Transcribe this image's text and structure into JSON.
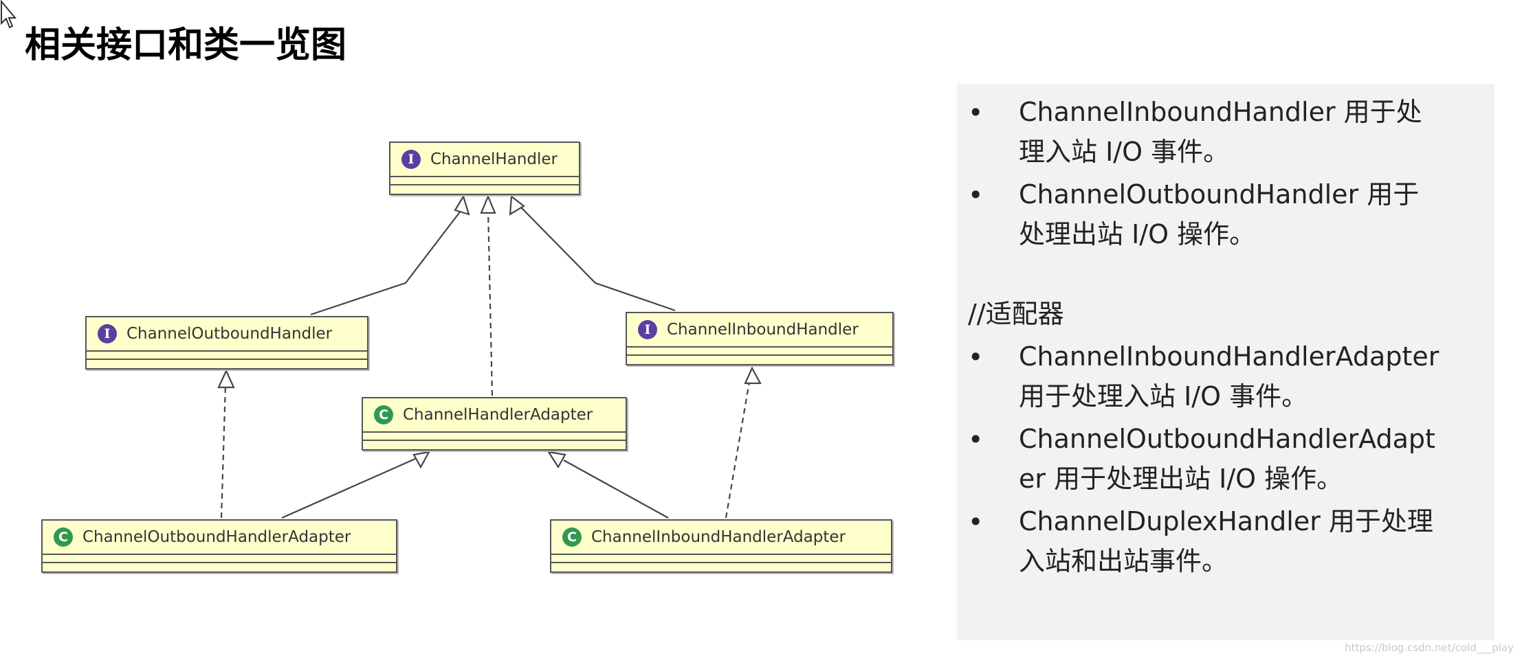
{
  "title": "相关接口和类一览图",
  "diagram": {
    "classes": {
      "channel_handler": {
        "badge": "I",
        "name": "ChannelHandler"
      },
      "outbound_handler": {
        "badge": "I",
        "name": "ChannelOutboundHandler"
      },
      "inbound_handler": {
        "badge": "I",
        "name": "ChannelInboundHandler"
      },
      "handler_adapter": {
        "badge": "C",
        "name": "ChannelHandlerAdapter"
      },
      "outbound_adapter": {
        "badge": "C",
        "name": "ChannelOutboundHandlerAdapter"
      },
      "inbound_adapter": {
        "badge": "C",
        "name": "ChannelInboundHandlerAdapter"
      }
    }
  },
  "panel": {
    "items_a": [
      {
        "line1": "ChannelInboundHandler 用于处",
        "line2": "理入站 I/O 事件。"
      },
      {
        "line1": "ChannelOutboundHandler 用于",
        "line2": "处理出站 I/O 操作。"
      }
    ],
    "comment": "//适配器",
    "items_b": [
      {
        "line1": "ChannelInboundHandlerAdapter",
        "line2": "用于处理入站 I/O 事件。"
      },
      {
        "line1": "ChannelOutboundHandlerAdapt",
        "line2": "er 用于处理出站 I/O 操作。"
      },
      {
        "line1": "ChannelDuplexHandler 用于处理",
        "line2": "入站和出站事件。"
      }
    ],
    "bullet": "•"
  },
  "watermark": "https://blog.csdn.net/cold___play"
}
